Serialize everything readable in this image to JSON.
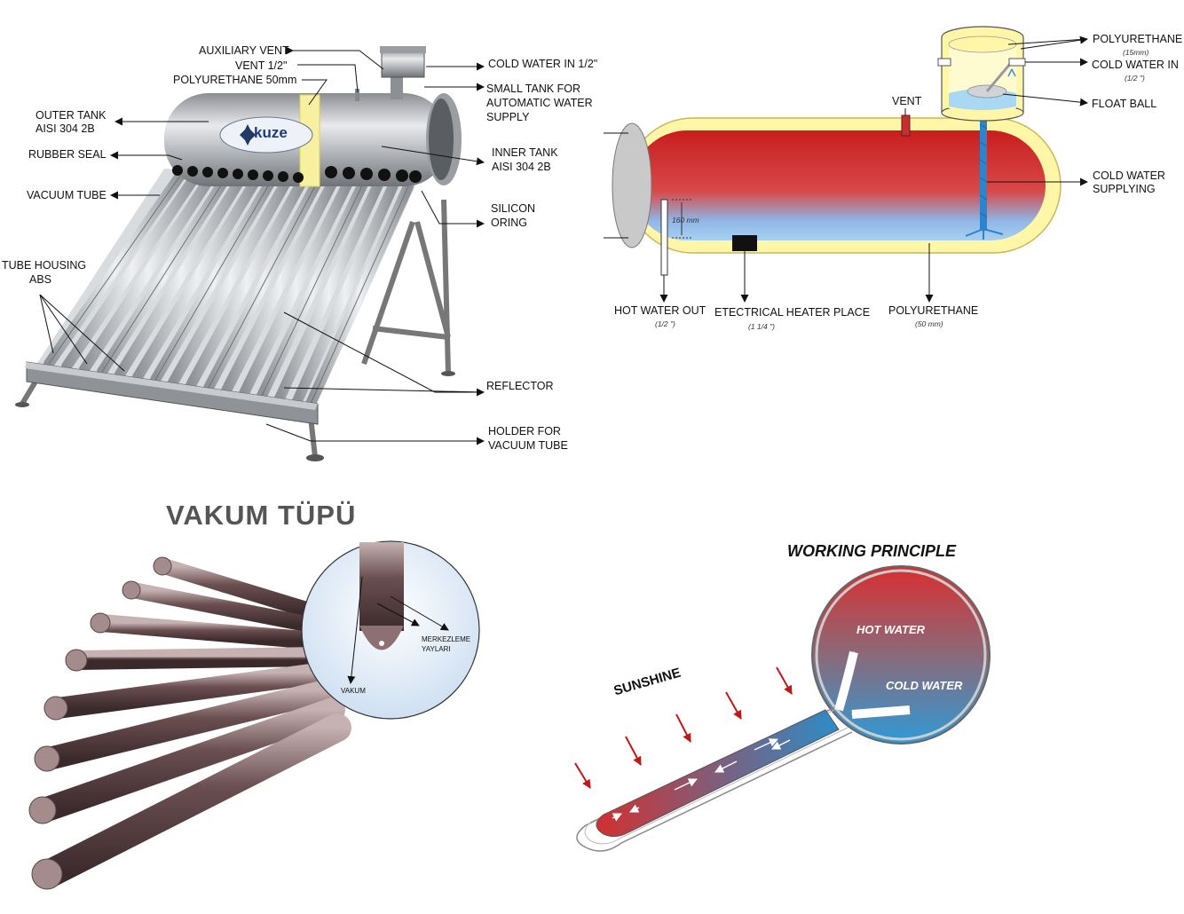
{
  "collector": {
    "brand": "kuze",
    "labels": {
      "auxiliary_vent": "AUXILIARY VENT",
      "vent": "VENT 1/2\"",
      "polyurethane": "POLYURETHANE 50mm",
      "outer_tank_1": "OUTER TANK",
      "outer_tank_2": "AISI 304 2B",
      "rubber_seal": "RUBBER SEAL",
      "vacuum_tube": "VACUUM TUBE",
      "tube_housing_1": "TUBE HOUSING",
      "tube_housing_2": "ABS",
      "cold_water_in": "COLD WATER IN  1/2\"",
      "small_tank_1": "SMALL TANK FOR",
      "small_tank_2": "AUTOMATIC WATER",
      "small_tank_3": "SUPPLY",
      "inner_tank_1": "INNER TANK",
      "inner_tank_2": "AISI 304 2B",
      "silicon_1": "SILICON",
      "silicon_2": "ORING",
      "reflector": "REFLECTOR",
      "holder_1": "HOLDER FOR",
      "holder_2": "VACUUM TUBE"
    }
  },
  "tank_section": {
    "labels": {
      "polyurethane_top": "POLYURETHANE",
      "polyurethane_top_sub": "(15mm)",
      "cold_water_in": "COLD WATER IN",
      "cold_water_in_sub": "(1/2 \")",
      "float_ball": "FLOAT BALL",
      "vent": "VENT",
      "cold_water_supplying_1": "COLD WATER",
      "cold_water_supplying_2": "SUPPLYING",
      "dim": "160 mm",
      "hot_water_out": "HOT WATER OUT",
      "hot_water_out_sub": "(1/2 \")",
      "heater": "ETECTRICAL HEATER PLACE",
      "heater_sub": "(1 1/4 \")",
      "polyurethane_bottom": "POLYURETHANE",
      "polyurethane_bottom_sub": "(50 mm)"
    }
  },
  "vacuum_tube": {
    "title": "VAKUM TÜPÜ",
    "detail_1": "MERKEZLEME",
    "detail_2": "YAYLARI",
    "vakum": "VAKUM"
  },
  "working_principle": {
    "title": "WORKING PRINCIPLE",
    "hot_water": "HOT  WATER",
    "cold_water": "COLD  WATER",
    "sunshine": "SUNSHINE"
  },
  "colors": {
    "hot": "#d42a2a",
    "cold": "#39a6d8",
    "insulation": "#fff4a8",
    "steel": "#b9bcc0",
    "tube": "#7a5f5f"
  }
}
